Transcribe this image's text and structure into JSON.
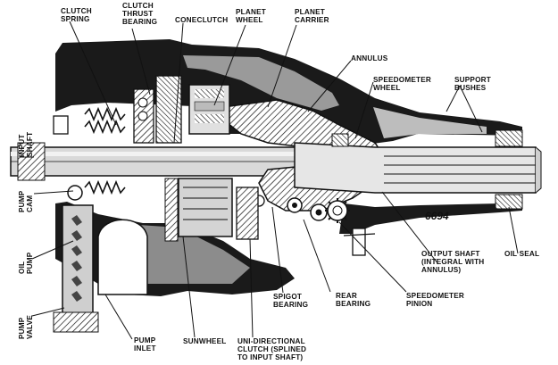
{
  "figure_number": "6694",
  "labels": {
    "clutch_spring": [
      "CLUTCH",
      "SPRING"
    ],
    "clutch_thrust_bearing": [
      "CLUTCH",
      "THRUST",
      "BEARING"
    ],
    "coneclutch": [
      "CONECLUTCH"
    ],
    "planet_wheel": [
      "PLANET",
      "WHEEL"
    ],
    "planet_carrier": [
      "PLANET",
      "CARRIER"
    ],
    "annulus": [
      "ANNULUS"
    ],
    "speedometer_wheel": [
      "SPEEDOMETER",
      "WHEEL"
    ],
    "support_bushes": [
      "SUPPORT",
      "BUSHES"
    ],
    "input_shaft": [
      "INPUT",
      "SHAFT"
    ],
    "pump_cam": [
      "PUMP",
      "CAM"
    ],
    "oil_pump": [
      "OIL",
      "PUMP"
    ],
    "pump_valve": [
      "PUMP",
      "VALVE"
    ],
    "pump_inlet": [
      "PUMP",
      "INLET"
    ],
    "sunwheel": [
      "SUNWHEEL"
    ],
    "uni_directional_clutch": [
      "UNI-DIRECTIONAL",
      "CLUTCH (SPLINED",
      "TO INPUT SHAFT)"
    ],
    "spigot_bearing": [
      "SPIGOT",
      "BEARING"
    ],
    "rear_bearing": [
      "REAR",
      "BEARING"
    ],
    "speedometer_pinion": [
      "SPEEDOMETER",
      "PINION"
    ],
    "output_shaft": [
      "OUTPUT SHAFT",
      "(INTEGRAL WITH",
      "ANNULUS)"
    ],
    "oil_seal": [
      "OIL SEAL"
    ]
  }
}
